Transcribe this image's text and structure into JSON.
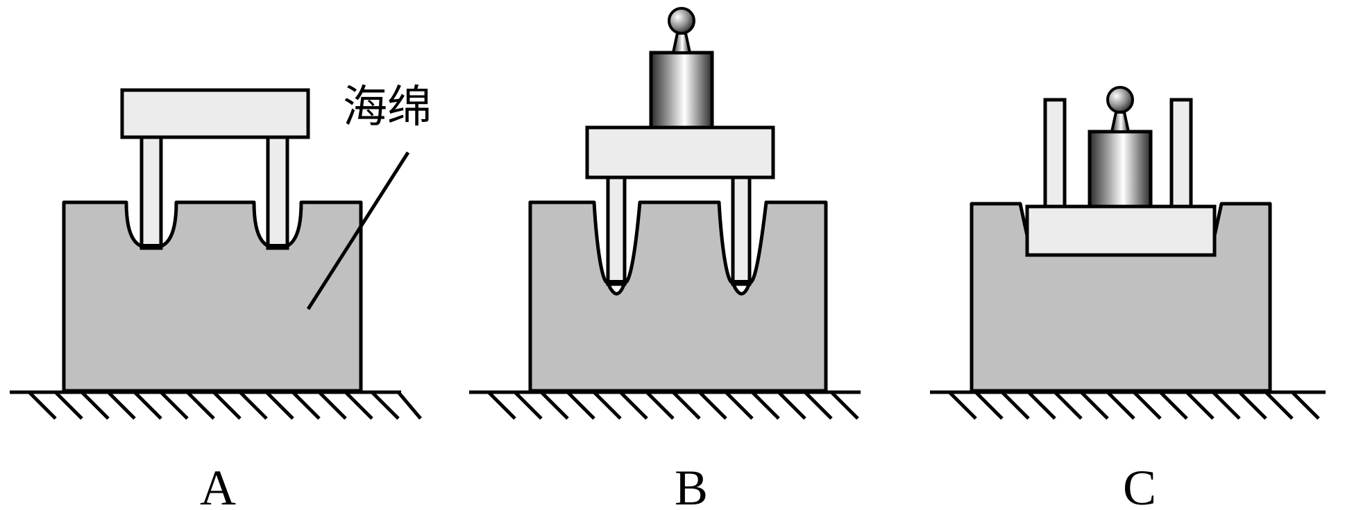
{
  "labels": {
    "sponge": "海绵",
    "panel_a": "A",
    "panel_b": "B",
    "panel_c": "C"
  },
  "colors": {
    "sponge_fill": "#c0c0c0",
    "board_fill": "#ececec",
    "stroke": "#000000",
    "weight_dark": "#2c2c2c",
    "weight_light": "#ffffff"
  },
  "icons": {
    "sponge": "sponge-block",
    "ground": "hatched-ground",
    "table": "small-table",
    "weight": "hook-weight"
  }
}
